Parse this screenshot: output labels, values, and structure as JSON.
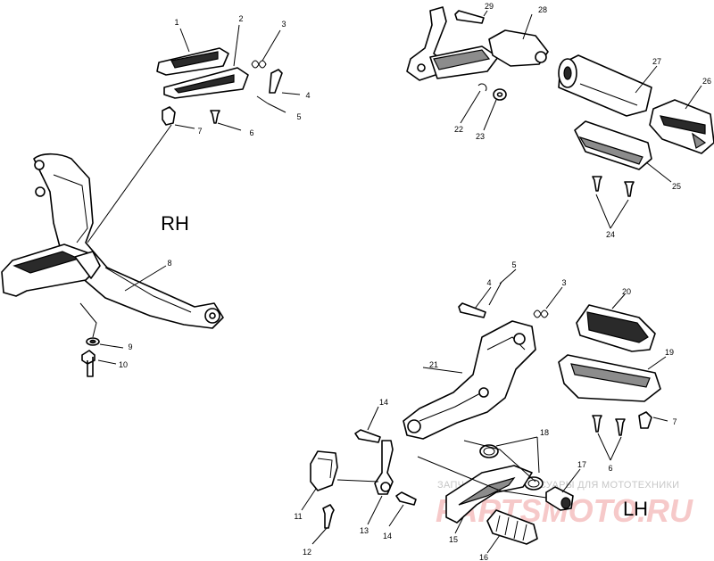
{
  "side_labels": {
    "right": "RH",
    "left": "LH"
  },
  "watermark": {
    "top": "ЗАПЧАСТИ И АКСЕССУАРЫ ДЛЯ МОТОТЕХНИКИ",
    "brand": "PARTSMOTO.RU"
  },
  "callouts": {
    "rh_pad": "1",
    "rh_peg_body": "2",
    "rh_spring": "3",
    "rh_pin": "4",
    "rh_cotter": "5",
    "rh_screw": "6",
    "rh_stud": "7",
    "rh_bracket": "8",
    "rh_washer": "9",
    "rh_bolt": "10",
    "pas_pin": "29",
    "pas_arm": "28",
    "pas_peg": "27",
    "pas_grip": "26",
    "pas_cover": "25",
    "pas_screws": "24",
    "pas_clip": "22",
    "pas_washer": "23",
    "lh_pin": "4",
    "lh_cotter": "5",
    "lh_spring": "3",
    "lh_pad": "20",
    "lh_peg_body": "19",
    "lh_stud": "7",
    "lh_screws": "6",
    "lh_bracket": "21",
    "lh_bolt_top": "14",
    "lh_oring": "18",
    "lh_lever": "15",
    "lh_bushing": "17",
    "lh_rubber": "16",
    "lh_clamp": "11",
    "lh_screw": "12",
    "lh_joint": "13",
    "lh_bolt_bottom": "14"
  }
}
